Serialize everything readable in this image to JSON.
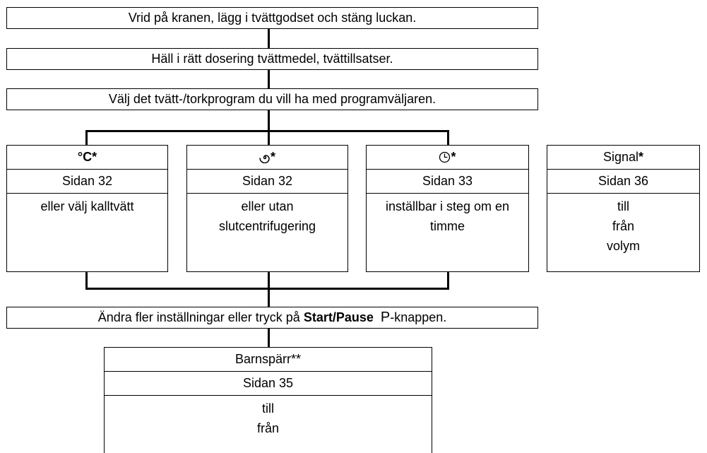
{
  "steps": {
    "s1": "Vrid på kranen, lägg i tvättgodset och stäng luckan.",
    "s2": "Häll i rätt dosering tvättmedel, tvättillsatser.",
    "s3": "Välj det tvätt-/torkprogram du vill ha med programväljaren.",
    "s4_pre": "Ändra fler inställningar eller tryck på ",
    "s4_bold": "Start/Pause",
    "s4_symbol": "P",
    "s4_post": "-knappen."
  },
  "options": [
    {
      "icon": "temperature-icon",
      "title": "°C",
      "star": "*",
      "page": "Sidan 32",
      "lines": [
        "eller välj kalltvätt"
      ]
    },
    {
      "icon": "spin-icon",
      "title": "",
      "star": "*",
      "page": "Sidan 32",
      "lines": [
        "eller utan",
        "slutcentrifugering"
      ]
    },
    {
      "icon": "timer-icon",
      "title": "",
      "star": "*",
      "page": "Sidan 33",
      "lines": [
        "inställbar i steg om en",
        "timme"
      ]
    },
    {
      "icon": "",
      "title": "Signal",
      "star": "*",
      "page": "Sidan 36",
      "lines": [
        "till",
        "från",
        "volym"
      ]
    }
  ],
  "childlock": {
    "title": "Barnspärr**",
    "page": "Sidan 35",
    "lines": [
      "till",
      "från"
    ]
  }
}
